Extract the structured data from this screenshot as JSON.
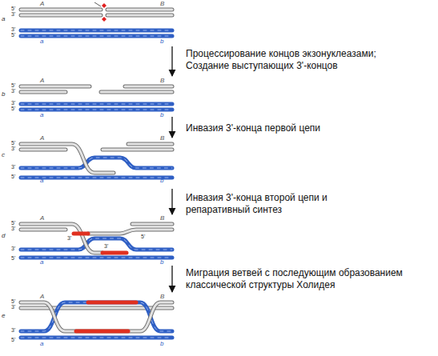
{
  "diagram": {
    "labels": [
      "a",
      "5'",
      "3'",
      "A",
      "B",
      "3'",
      "5'",
      "a",
      "b",
      "Процессирование концов экзонуклеазами; Создание выступающих 3'-концов",
      "b",
      "5'",
      "3'",
      "A",
      "B",
      "3'",
      "5'",
      "a",
      "b",
      "Инвазия 3'-конца первой цепи",
      "c",
      "5'",
      "3'",
      "A",
      "B",
      "3'",
      "5'",
      "a",
      "b",
      "Инвазия 3'-конца второй цепи и репаративный синтез",
      "d",
      "5'",
      "3'",
      "A",
      "B",
      "3'",
      "5'",
      "a",
      "b",
      "3'",
      "5'",
      "3'",
      "Миграция ветвей с последующим образованием классической структуры Холидея",
      "e",
      "5'",
      "3'",
      "A",
      "B",
      "3'",
      "5'",
      "a",
      "b"
    ]
  }
}
